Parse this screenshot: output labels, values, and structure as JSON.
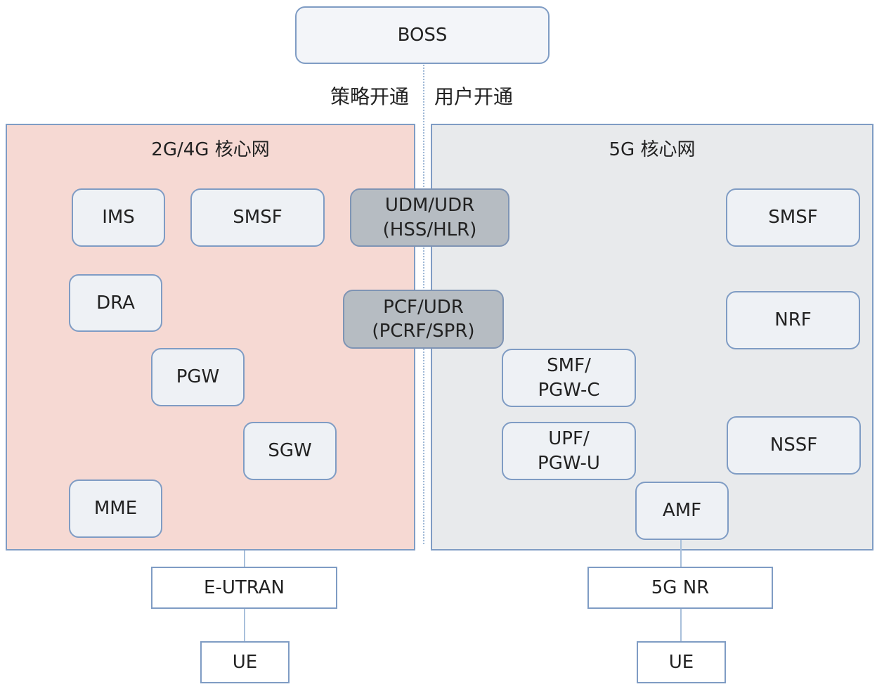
{
  "boss": {
    "label": "BOSS"
  },
  "provisioning": {
    "policy_label": "策略开通",
    "user_label": "用户开通"
  },
  "core_2g4g": {
    "title": "2G/4G 核心网",
    "nodes": {
      "ims": "IMS",
      "smsf": "SMSF",
      "dra": "DRA",
      "pgw": "PGW",
      "sgw": "SGW",
      "mme": "MME"
    }
  },
  "core_5g": {
    "title": "5G 核心网",
    "nodes": {
      "smsf": "SMSF",
      "nrf": "NRF",
      "smf_line1": "SMF/",
      "smf_line2": "PGW-C",
      "upf_line1": "UPF/",
      "upf_line2": "PGW-U",
      "nssf": "NSSF",
      "amf": "AMF"
    }
  },
  "shared": {
    "udm_line1": "UDM/UDR",
    "udm_line2": "(HSS/HLR)",
    "pcf_line1": "PCF/UDR",
    "pcf_line2": "(PCRF/SPR)"
  },
  "access": {
    "left_ran": "E-UTRAN",
    "left_ue": "UE",
    "right_ran": "5G NR",
    "right_ue": "UE"
  },
  "colors": {
    "core_2g4g_fill": "#f6d9d3",
    "core_5g_fill": "#e8eaec",
    "node_fill": "#eef1f5",
    "shared_node_fill": "#b6bcc2",
    "border": "#7f9cc4"
  }
}
